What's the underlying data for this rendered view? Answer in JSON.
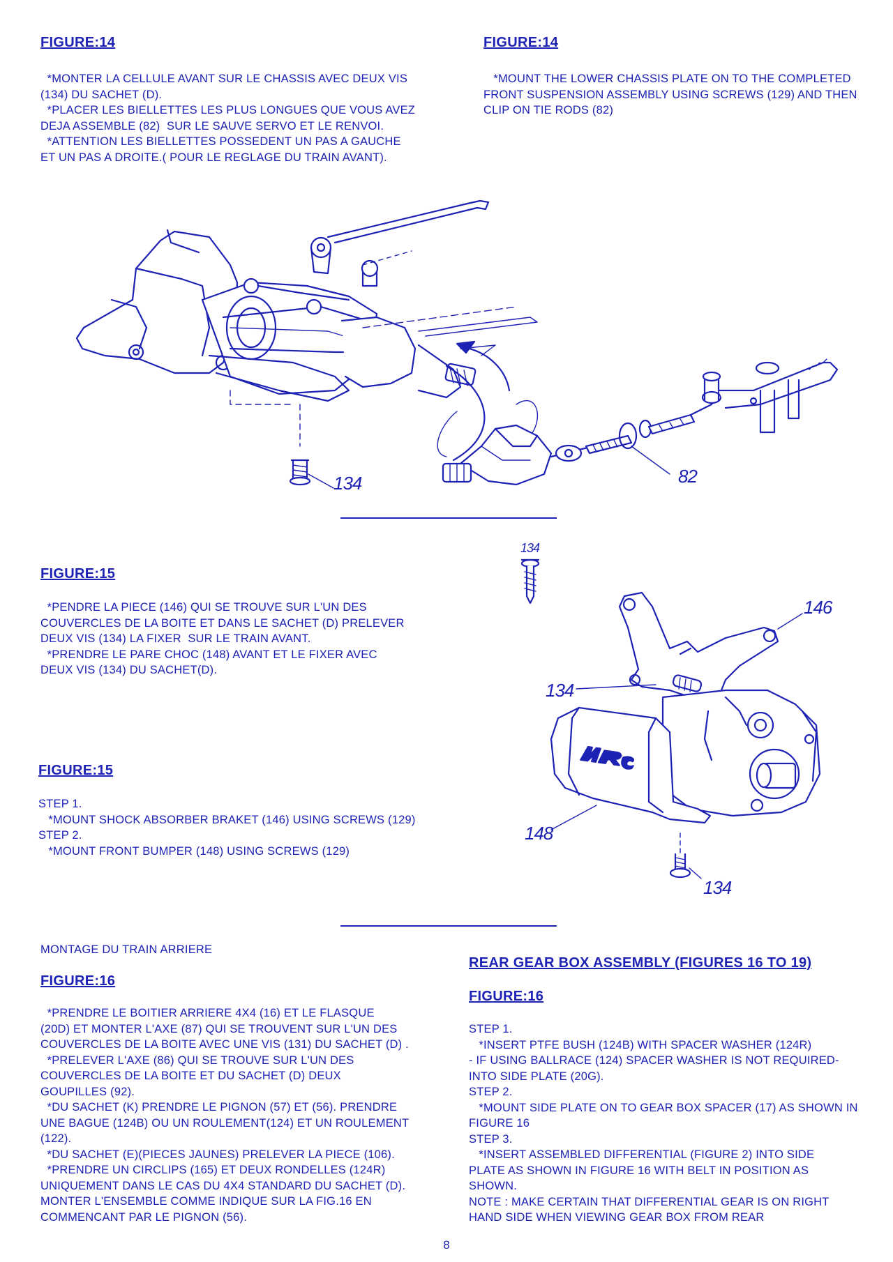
{
  "fig14_fr": {
    "heading": "FIGURE:14",
    "lines": [
      "  *MONTER LA CELLULE AVANT SUR LE CHASSIS AVEC DEUX VIS",
      "(134) DU SACHET (D).",
      "  *PLACER LES BIELLETTES LES PLUS LONGUES QUE VOUS AVEZ",
      "DEJA ASSEMBLE (82)  SUR LE SAUVE SERVO ET LE RENVOI.",
      "  *ATTENTION LES BIELLETTES POSSEDENT UN PAS A GAUCHE",
      "ET UN PAS A DROITE.( POUR LE REGLAGE DU TRAIN AVANT)."
    ]
  },
  "fig14_en": {
    "heading": "FIGURE:14",
    "lines": [
      "   *MOUNT THE LOWER CHASSIS PLATE ON TO THE COMPLETED",
      "FRONT SUSPENSION ASSEMBLY USING SCREWS (129) AND THEN",
      "CLIP ON TIE RODS (82)"
    ]
  },
  "fig14_callouts": {
    "screw": "134",
    "rod": "82"
  },
  "fig15_fr": {
    "heading": "FIGURE:15",
    "lines": [
      "  *PENDRE LA PIECE (146) QUI SE TROUVE SUR L'UN DES",
      "COUVERCLES DE LA BOITE ET DANS LE SACHET (D) PRELEVER",
      "DEUX VIS (134) LA FIXER  SUR LE TRAIN AVANT.",
      "  *PRENDRE LE PARE CHOC (148) AVANT ET LE FIXER AVEC",
      "DEUX VIS (134) DU SACHET(D)."
    ]
  },
  "fig15_en": {
    "heading": "FIGURE:15",
    "lines": [
      "STEP 1.",
      "   *MOUNT SHOCK ABSORBER BRAKET (146) USING SCREWS (129)",
      "STEP 2.",
      "   *MOUNT FRONT BUMPER (148) USING SCREWS (129)"
    ]
  },
  "fig15_callouts": {
    "screw_top": "134",
    "bracket": "146",
    "screw_mid": "134",
    "bumper": "148",
    "screw_bottom": "134",
    "logo": "MRC"
  },
  "rear_fr": {
    "section_title": "MONTAGE DU TRAIN ARRIERE",
    "heading": "FIGURE:16",
    "lines": [
      "  *PRENDRE LE BOITIER ARRIERE 4X4 (16) ET LE FLASQUE",
      "(20D) ET MONTER L'AXE (87) QUI SE TROUVENT SUR L'UN DES",
      "COUVERCLES DE LA BOITE AVEC UNE VIS (131) DU SACHET (D) .",
      "  *PRELEVER L'AXE (86) QUI SE TROUVE SUR L'UN DES",
      "COUVERCLES DE LA BOITE ET DU SACHET (D) DEUX",
      "GOUPILLES (92).",
      "  *DU SACHET (K) PRENDRE LE PIGNON (57) ET (56). PRENDRE",
      "UNE BAGUE (124B) OU UN ROULEMENT(124) ET UN ROULEMENT",
      "(122).",
      "  *DU SACHET (E)(PIECES JAUNES) PRELEVER LA PIECE (106).",
      "  *PRENDRE UN CIRCLIPS (165) ET DEUX RONDELLES (124R)",
      "UNIQUEMENT DANS LE CAS DU 4X4 STANDARD DU SACHET (D).",
      "MONTER L'ENSEMBLE COMME INDIQUE SUR LA FIG.16 EN",
      "COMMENCANT PAR LE PIGNON (56)."
    ]
  },
  "rear_en": {
    "section_title_words": [
      "REAR",
      "GEAR",
      "BOX",
      "ASSEMBLY",
      "(FIGURES",
      "16",
      "TO",
      "19)"
    ],
    "heading": "FIGURE:16",
    "lines": [
      "STEP 1.",
      "   *INSERT PTFE BUSH (124B) WITH SPACER WASHER (124R)",
      "- IF USING BALLRACE (124) SPACER WASHER IS NOT REQUIRED-",
      "INTO SIDE PLATE (20G).",
      "STEP 2.",
      "   *MOUNT SIDE PLATE ON TO GEAR BOX SPACER (17) AS SHOWN IN",
      "FIGURE 16",
      "STEP 3.",
      "   *INSERT ASSEMBLED DIFFERENTIAL (FIGURE 2) INTO SIDE",
      "PLATE AS SHOWN IN FIGURE 16 WITH BELT IN POSITION AS",
      "SHOWN.",
      "NOTE : MAKE CERTAIN THAT DIFFERENTIAL GEAR IS ON RIGHT",
      "HAND SIDE WHEN VIEWING GEAR BOX FROM REAR"
    ]
  },
  "page_number": "8",
  "colors": {
    "ink": "#1d22b4",
    "paper": "#ffffff"
  }
}
